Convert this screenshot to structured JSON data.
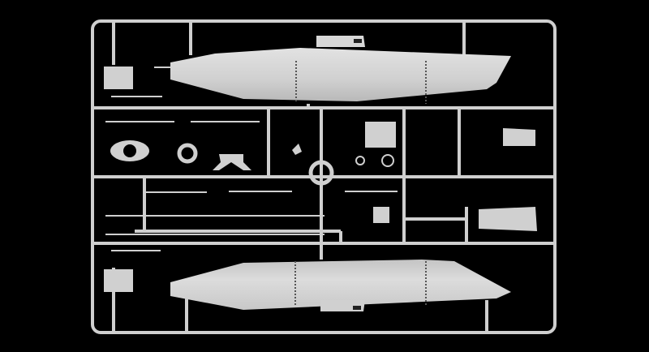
{
  "scene": {
    "background_color": "#000000",
    "plastic_color": "#d4d4d4",
    "shadow_color": "#9a9a9a",
    "parts": [
      "submarine-hull-left",
      "submarine-hull-right",
      "conning-tower",
      "propeller",
      "handwheel",
      "crew-figure"
    ]
  }
}
